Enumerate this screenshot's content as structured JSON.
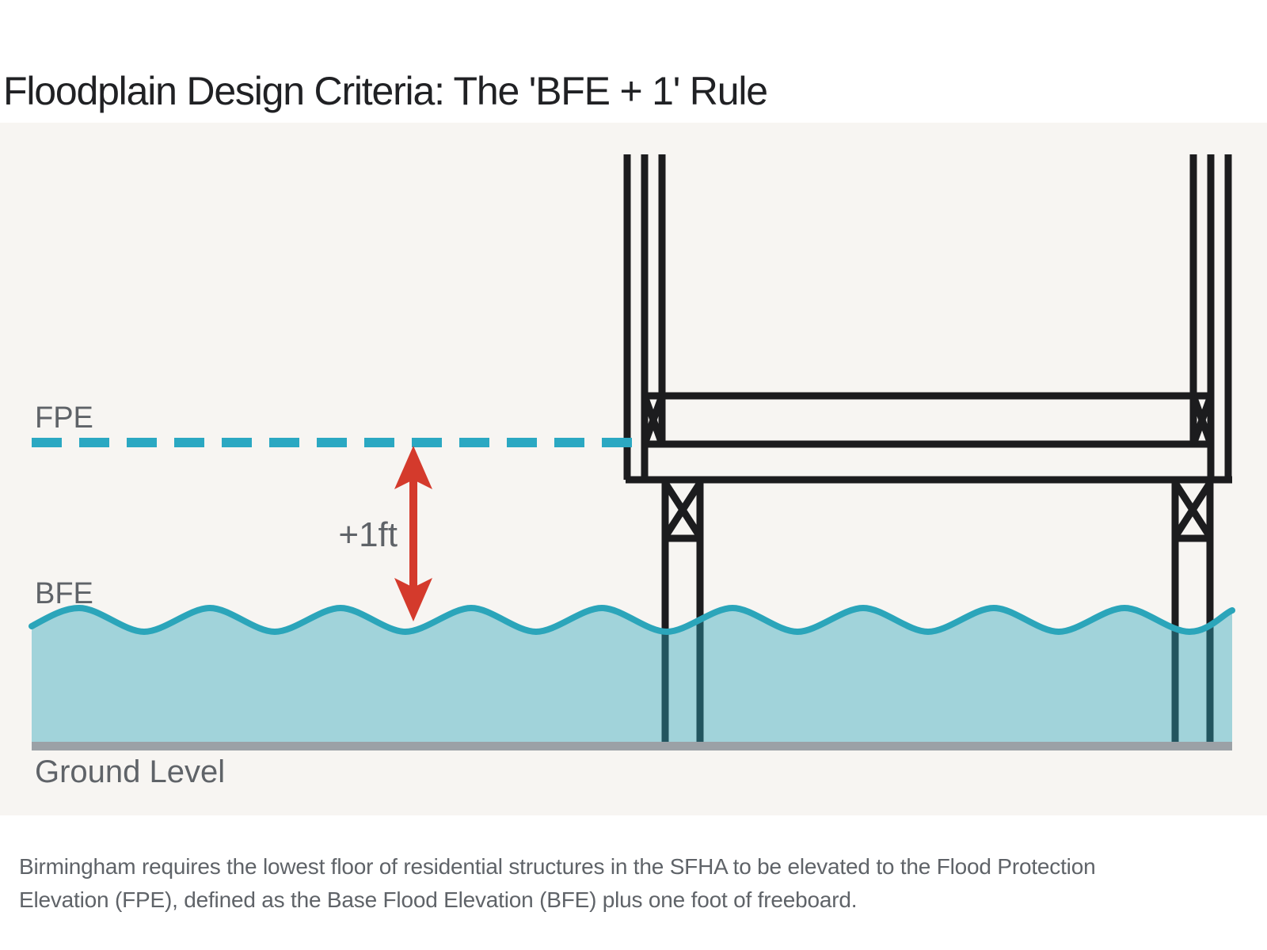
{
  "title": "Floodplain Design Criteria: The 'BFE + 1' Rule",
  "diagram": {
    "fpe_label": "FPE",
    "bfe_label": "BFE",
    "freeboard_label": "+1ft",
    "ground_label": "Ground Level",
    "colors": {
      "teal_line": "#2BA8C2",
      "wave_stroke": "#2BA5BA",
      "water_fill": "rgba(43,165,186,0.42)",
      "arrow_red": "#D43A2C",
      "structure_black": "#1C1C1E",
      "ground_gray": "#9BA1A6",
      "label_gray": "#5F6368"
    }
  },
  "caption": "Birmingham requires the lowest floor of residential structures in the SFHA to be elevated to the Flood Protection Elevation (FPE), defined as the Base Flood Elevation (BFE) plus one foot of freeboard."
}
